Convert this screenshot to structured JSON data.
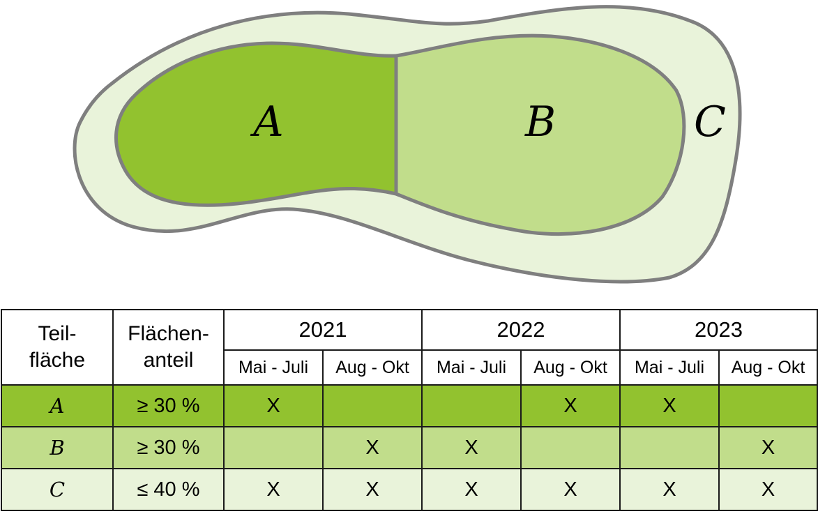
{
  "diagram": {
    "zones": [
      {
        "label": "A",
        "color": "#92c22f"
      },
      {
        "label": "B",
        "color": "#c1dd8b"
      },
      {
        "label": "C",
        "color": "#e9f3da"
      }
    ],
    "outline_color": "#7f7f7f"
  },
  "table": {
    "header": {
      "col_zone": "Teil-\nfläche",
      "col_share": "Flächen-\nanteil",
      "years": [
        "2021",
        "2022",
        "2023"
      ],
      "periods": [
        "Mai - Juli",
        "Aug - Okt"
      ]
    },
    "rows": [
      {
        "zone": "A",
        "share": "≥ 30 %",
        "marks": [
          "X",
          "",
          "",
          "X",
          "X",
          ""
        ],
        "color": "#92c22f"
      },
      {
        "zone": "B",
        "share": "≥ 30 %",
        "marks": [
          "",
          "X",
          "X",
          "",
          "",
          "X"
        ],
        "color": "#c1dd8b"
      },
      {
        "zone": "C",
        "share": "≤ 40 %",
        "marks": [
          "X",
          "X",
          "X",
          "X",
          "X",
          "X"
        ],
        "color": "#e9f3da"
      }
    ]
  }
}
